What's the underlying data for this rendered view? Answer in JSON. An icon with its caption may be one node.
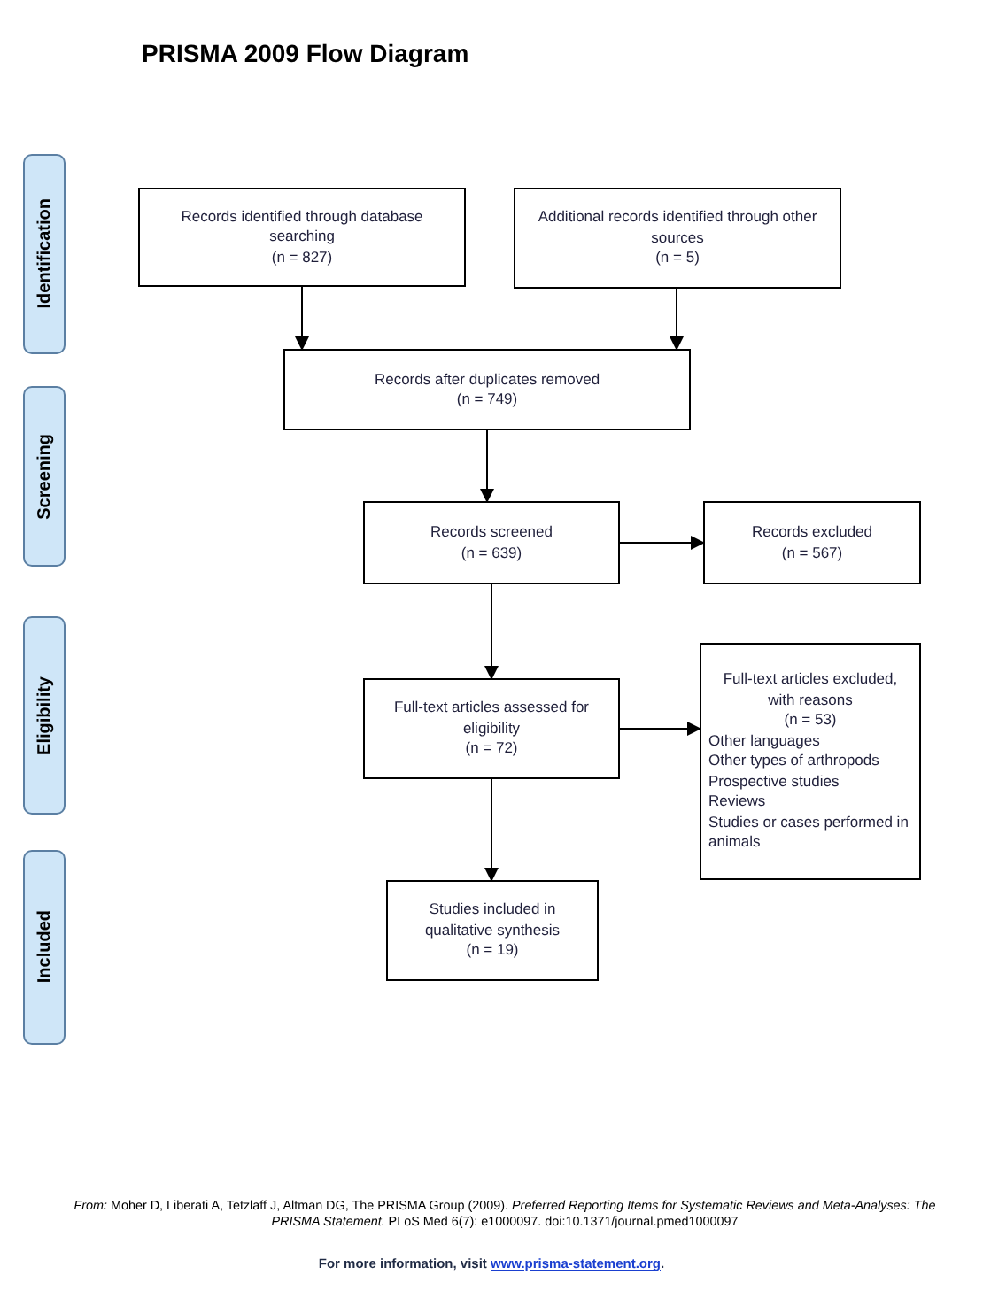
{
  "diagram": {
    "title": "PRISMA 2009 Flow Diagram",
    "nodes": [
      {
        "text": [
          "Identification"
        ]
      },
      {
        "text": [
          "Screening"
        ]
      },
      {
        "text": [
          "Eligibility"
        ]
      },
      {
        "text": [
          "Included"
        ]
      },
      {
        "text": [
          "Records identified through database searching",
          "(n = 827)"
        ]
      },
      {
        "text": [
          "Additional records identified through other sources",
          "(n = 5)"
        ]
      },
      {
        "text": [
          "Records after duplicates removed",
          "(n = 749)"
        ]
      },
      {
        "text": [
          "Records screened",
          "(n = 639)"
        ]
      },
      {
        "text": [
          "Records excluded",
          "(n = 567)"
        ]
      },
      {
        "text": [
          "Full-text articles assessed for eligibility",
          "(n = 72)"
        ]
      },
      {
        "text": [
          "Full-text articles excluded, with reasons",
          "(n = 53)",
          "Other languages",
          "Other types of arthropods",
          "Prospective studies",
          "Reviews",
          "Studies or cases performed in animals"
        ]
      },
      {
        "text": [
          "Studies included in qualitative synthesis",
          "(n = 19)"
        ]
      }
    ],
    "edges": [
      {
        "from": 4,
        "to": 6,
        "arrow": "to"
      },
      {
        "from": 5,
        "to": 6,
        "arrow": "to"
      },
      {
        "from": 6,
        "to": 7,
        "arrow": "to"
      },
      {
        "from": 7,
        "to": 8,
        "arrow": "to"
      },
      {
        "from": 7,
        "to": 9,
        "arrow": "to"
      },
      {
        "from": 9,
        "to": 10,
        "arrow": "to"
      },
      {
        "from": 9,
        "to": 11,
        "arrow": "to"
      }
    ],
    "labels": [
      "*From:*  Moher D, Liberati A, Tetzlaff J, Altman DG, The PRISMA Group (2009). *Preferred Reporting Items for Systematic Reviews and Meta-Analyses: The PRISMA Statement.* PLoS Med 6(7): e1000097. doi:10.1371/journal.pmed1000097",
      "For more information, visit",
      "www.prisma-statement.org",
      "."
    ]
  }
}
